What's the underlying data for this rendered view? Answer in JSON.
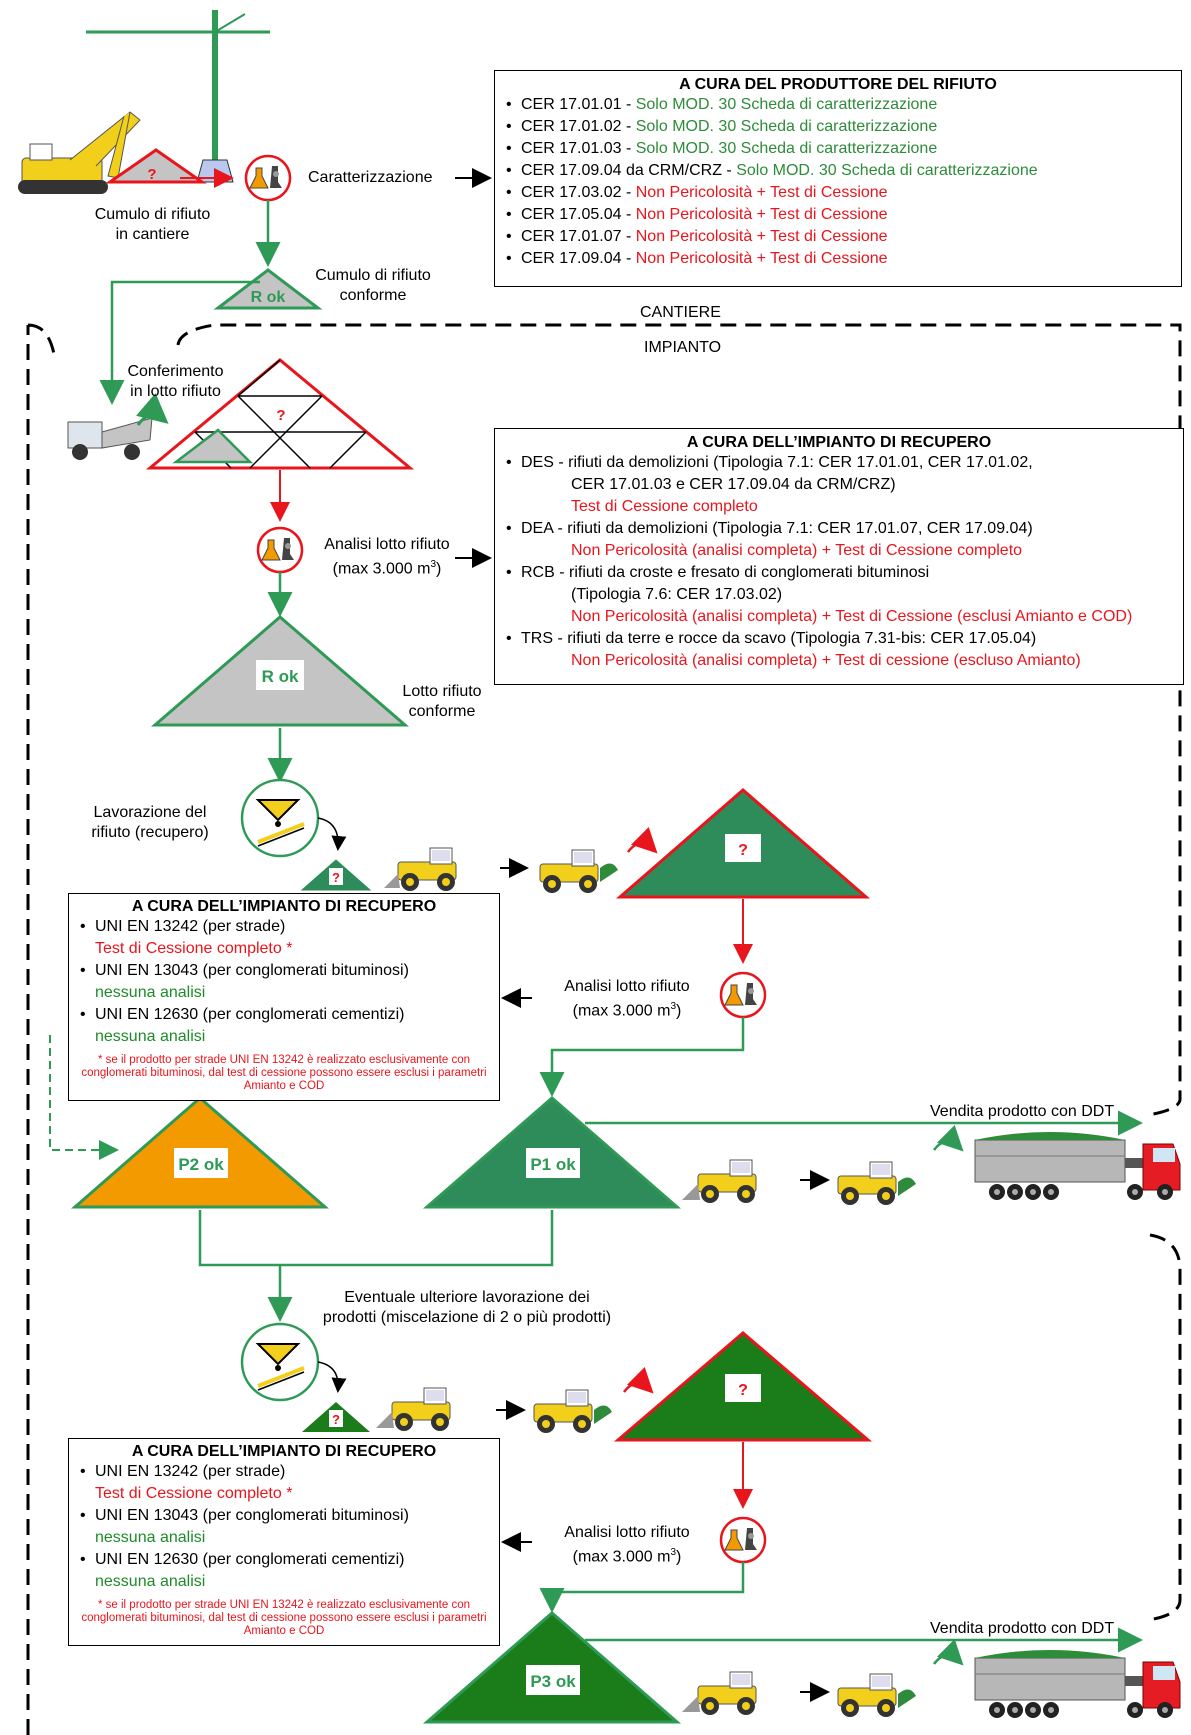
{
  "header_box": {
    "title": "A CURA DEL PRODUTTORE DEL RIFIUTO",
    "items": [
      {
        "code": "CER 17.01.01 - ",
        "text": "Solo MOD. 30 Scheda di caratterizzazione",
        "color": "#2e8b3a"
      },
      {
        "code": "CER 17.01.02 - ",
        "text": "Solo MOD. 30 Scheda di caratterizzazione",
        "color": "#2e8b3a"
      },
      {
        "code": "CER 17.01.03 - ",
        "text": "Solo MOD. 30 Scheda di caratterizzazione",
        "color": "#2e8b3a"
      },
      {
        "code": "CER 17.09.04 da CRM/CRZ - ",
        "text": "Solo MOD. 30 Scheda di caratterizzazione",
        "color": "#2e8b3a"
      },
      {
        "code": "CER 17.03.02 - ",
        "text": "Non Pericolosità + Test di Cessione",
        "color": "#e8151c"
      },
      {
        "code": "CER 17.05.04 - ",
        "text": "Non Pericolosità + Test di Cessione",
        "color": "#e8151c"
      },
      {
        "code": "CER 17.01.07 - ",
        "text": "Non Pericolosità + Test di Cessione",
        "color": "#e8151c"
      },
      {
        "code": "CER 17.09.04 - ",
        "text": "Non Pericolosità + Test di Cessione",
        "color": "#e8151c"
      }
    ]
  },
  "plant_box": {
    "title": "A CURA DELL’IMPIANTO DI RECUPERO",
    "des_1": "DES - rifiuti da demolizioni (Tipologia 7.1: CER 17.01.01, CER 17.01.02,",
    "des_2": "CER 17.01.03 e CER 17.09.04 da CRM/CRZ)",
    "des_3": "Test di Cessione completo",
    "dea_1": "DEA - rifiuti da demolizioni (Tipologia 7.1: CER 17.01.07, CER 17.09.04)",
    "dea_2": "Non Pericolosità (analisi completa) + Test di Cessione completo",
    "rcb_1": "RCB - rifiuti da croste e fresato di conglomerati bituminosi",
    "rcb_2": "(Tipologia 7.6: CER 17.03.02)",
    "rcb_3": "Non Pericolosità (analisi completa) + Test di Cessione (esclusi Amianto e COD)",
    "trs_1": "TRS - rifiuti da terre e rocce da scavo (Tipologia 7.31-bis: CER 17.05.04)",
    "trs_2": "Non Pericolosità (analisi completa) + Test di cessione (escluso Amianto)"
  },
  "product_box_1": {
    "title": "A CURA DELL’IMPIANTO DI RECUPERO",
    "i1": "UNI EN 13242 (per strade)",
    "i1b": "Test di Cessione completo *",
    "i2": "UNI EN 13043 (per conglomerati bituminosi)",
    "i2b": "nessuna analisi",
    "i3": "UNI EN 12630 (per conglomerati cementizi)",
    "i3b": "nessuna analisi",
    "note": "* se il prodotto per strade UNI EN 13242 è realizzato esclusivamente con conglomerati bituminosi, dal test di cessione possono essere esclusi i parametri Amianto e COD"
  },
  "product_box_2": {
    "title": "A CURA DELL’IMPIANTO DI RECUPERO",
    "i1": "UNI EN 13242 (per strade)",
    "i1b": "Test di Cessione completo *",
    "i2": "UNI EN 13043 (per conglomerati bituminosi)",
    "i2b": "nessuna analisi",
    "i3": "UNI EN 12630 (per conglomerati cementizi)",
    "i3b": "nessuna analisi",
    "note": "* se il prodotto per strade UNI EN 13242 è realizzato esclusivamente con conglomerati bituminosi, dal test di cessione possono essere esclusi i parametri Amianto e COD"
  },
  "labels": {
    "cumulo_1": "Cumulo di rifiuto",
    "cumulo_2": "in cantiere",
    "caratterizzazione": "Caratterizzazione",
    "conforme_1": "Cumulo di rifiuto",
    "conforme_2": "conforme",
    "cantiere": "CANTIERE",
    "impianto": "IMPIANTO",
    "conferimento_1": "Conferimento",
    "conferimento_2": "in lotto rifiuto",
    "analisi_1": "Analisi lotto rifiuto",
    "analisi_2": "(max 3.000 m",
    "analisi_sup": "3",
    "analisi_close": ")",
    "lotto_1": "Lotto rifiuto",
    "lotto_2": "conforme",
    "lavorazione_1": "Lavorazione del",
    "lavorazione_2": "rifiuto (recupero)",
    "vendita": "Vendita prodotto con DDT",
    "eventuale_1": "Eventuale ulteriore lavorazione dei",
    "eventuale_2": "prodotti (miscelazione di 2 o più prodotti)"
  },
  "pile_marks": {
    "question": "?",
    "r_ok": "R ok",
    "p1_ok": "P1 ok",
    "p2_ok": "P2 ok",
    "p3_ok": "P3 ok"
  },
  "colors": {
    "green_line": "#2e9a55",
    "red_line": "#e8151c",
    "pile_gray": "#c4c4c4",
    "product_green": "#2e8b5a",
    "product_dark_green": "#1a7d1a",
    "product_orange": "#f39a00",
    "loader_yellow": "#f2cf1a",
    "truck_red": "#e51c23"
  },
  "icons": [
    "crane-icon",
    "excavator-icon",
    "lab-flask-microscope-icon",
    "tipper-truck-icon",
    "screening-hopper-icon",
    "wheel-loader-icon",
    "dump-truck-icon",
    "rotate-arrow-icon"
  ]
}
